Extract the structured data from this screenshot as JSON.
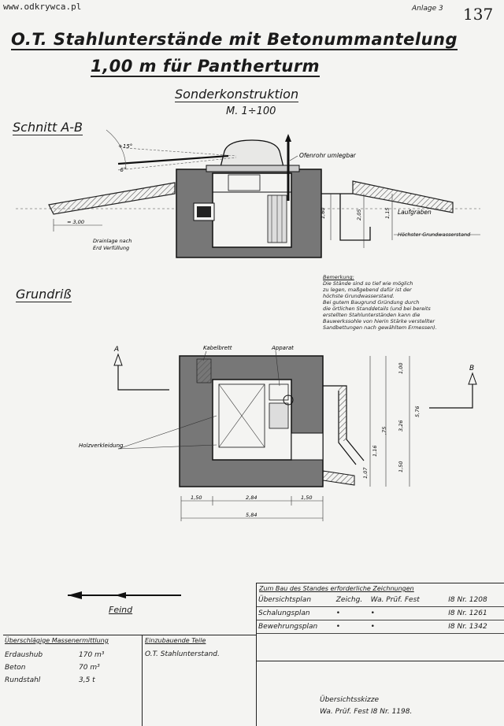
{
  "watermark": "www.odkrywca.pl",
  "anlage": "Anlage 3",
  "page_no": "137",
  "title_line1": "O.T. Stahlunterstände mit Betonummantelung",
  "title_line2": "1,00 m  für  Pantherturm",
  "subtitle": "Sonderkonstruktion",
  "scale": "M. 1÷100",
  "section_title": "Schnitt A-B",
  "plan_title": "Grundriß",
  "section_labels": {
    "angle1": "+15°",
    "angle2": "-6°",
    "ofenrohr": "Ofenrohr umlegbar",
    "laufgraben": "Laufgraben",
    "sohle": "Höchster Grundwasserstand",
    "dim_300": "≈ 3,00",
    "drainage": "Drainlage nach",
    "drainage2": "Erd Verfüllung",
    "d160": "1,60",
    "d205": "2,05",
    "d115": "1,15"
  },
  "remarks": {
    "heading": "Bemerkung:",
    "lines": [
      "Die Stände sind so tief wie möglich",
      "zu legen, maßgebend dafür ist der",
      "höchste Grundwasserstand.",
      "Bei gutem Baugrund Gründung durch",
      "die örtlichen Standdetails (und bei bereits",
      "erstellten Stahlunterständen kann die",
      "Bauwerkssohle von hierin Stärke verstellter",
      "Sandbettungen nach gewähltem Ermessen)."
    ]
  },
  "plan_labels": {
    "kabelbrett": "Kabelbrett",
    "apparat": "Apparat",
    "holz": "Holzverkleidung",
    "A": "A",
    "B": "B",
    "d_150a": "1,50",
    "d_284": "2,84",
    "d_150b": "1,50",
    "d_584": "5,84",
    "v_100": "1,00",
    "v_326": "3,26",
    "v_576": "5,76",
    "v_150": "1,50",
    "v_107": "1,07",
    "v_116": "1,16",
    "v_75": ",75"
  },
  "feind": "Feind",
  "left_table": {
    "header": "Überschlägige Massenermittlung",
    "rows": [
      {
        "label": "Erdaushub",
        "value": "170 m³"
      },
      {
        "label": "Beton",
        "value": "70 m³"
      },
      {
        "label": "Rundstahl",
        "value": "3,5 t"
      }
    ]
  },
  "mid_table": {
    "header": "Einzubauende Teile",
    "row": "O.T. Stahlunterstand."
  },
  "right_table": {
    "header": "Zum Bau des Standes erforderliche Zeichnungen",
    "rows": [
      {
        "name": "Übersichtsplan",
        "a": "Zeichg.",
        "b": "Wa. Prüf. Fest",
        "c": "I8  Nr. 1208"
      },
      {
        "name": "Schalungsplan",
        "a": "•",
        "b": "•",
        "c": "I8  Nr. 1261"
      },
      {
        "name": "Bewehrungsplan",
        "a": "•",
        "b": "•",
        "c": "I8  Nr. 1342"
      }
    ]
  },
  "footer": {
    "line1": "Übersichtsskizze",
    "line2": "Wa. Prüf. Fest  I8  Nr. 1198."
  }
}
